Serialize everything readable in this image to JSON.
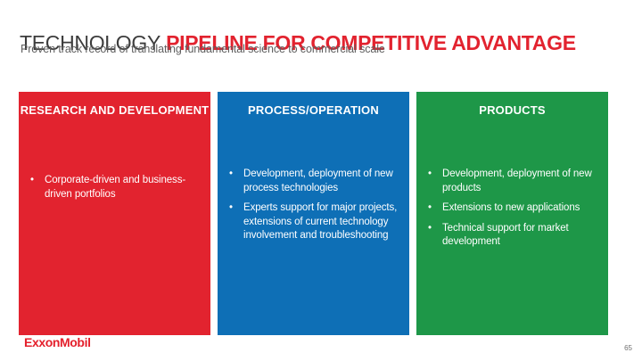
{
  "slide": {
    "title_prefix": "TECHNOLOGY",
    "title_emphasis": "PIPELINE FOR COMPETITIVE ADVANTAGE",
    "subtitle": "Proven track record of translating fundamental science to commercial scale",
    "bullet_char": "•",
    "logo_text": "ExxonMobil",
    "page_number": "65"
  },
  "colors": {
    "title_gray": "#3C3C3C",
    "accent_red": "#E2232F",
    "accent_blue": "#0E6FB6",
    "accent_green": "#1E9748",
    "subtitle_gray": "#5F5F5F",
    "text_on_color": "#FFFFFF",
    "logo_red": "#E4202C",
    "page_gray": "#6E6E6E"
  },
  "columns": [
    {
      "header": "RESEARCH AND DEVELOPMENT",
      "color": "#E2232F",
      "bullets": [
        "Corporate-driven and business-driven portfolios"
      ]
    },
    {
      "header": "PROCESS/OPERATION",
      "color": "#0E6FB6",
      "bullets": [
        "Development, deployment of new process technologies",
        "Experts support for major projects, extensions of current technology involvement and troubleshooting"
      ]
    },
    {
      "header": "PRODUCTS",
      "color": "#1E9748",
      "bullets": [
        "Development, deployment of new products",
        "Extensions to new applications",
        "Technical support for market development"
      ]
    }
  ]
}
